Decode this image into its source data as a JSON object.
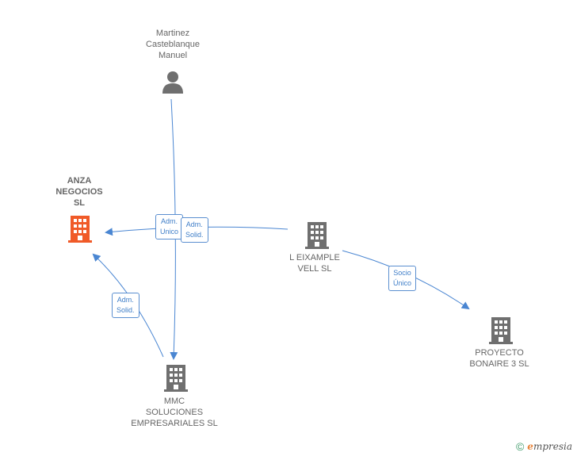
{
  "colors": {
    "edge": "#4a86d2",
    "node": "#6f6f6f",
    "highlight": "#f05a28"
  },
  "nodes": {
    "person": {
      "label": "Martinez\nCasteblanque\nManuel",
      "icon": "person-icon"
    },
    "anza": {
      "label": "ANZA\nNEGOCIOS\nSL",
      "icon": "building-icon"
    },
    "eixample": {
      "label": "L EIXAMPLE\nVELL  SL",
      "icon": "building-icon"
    },
    "mmc": {
      "label": "MMC\nSOLUCIONES\nEMPRESARIALES SL",
      "icon": "building-icon"
    },
    "bonaire": {
      "label": "PROYECTO\nBONAIRE 3  SL",
      "icon": "building-icon"
    }
  },
  "edges": {
    "person_anza": "Adm.\nUnico",
    "eixample_anza": "Adm.\nSolid.",
    "mmc_anza": "Adm.\nSolid.",
    "eixample_bonaire": "Socio\nÚnico"
  },
  "footer": {
    "copyright": "©",
    "brand_e": "e",
    "brand_rest": "mpresia"
  }
}
